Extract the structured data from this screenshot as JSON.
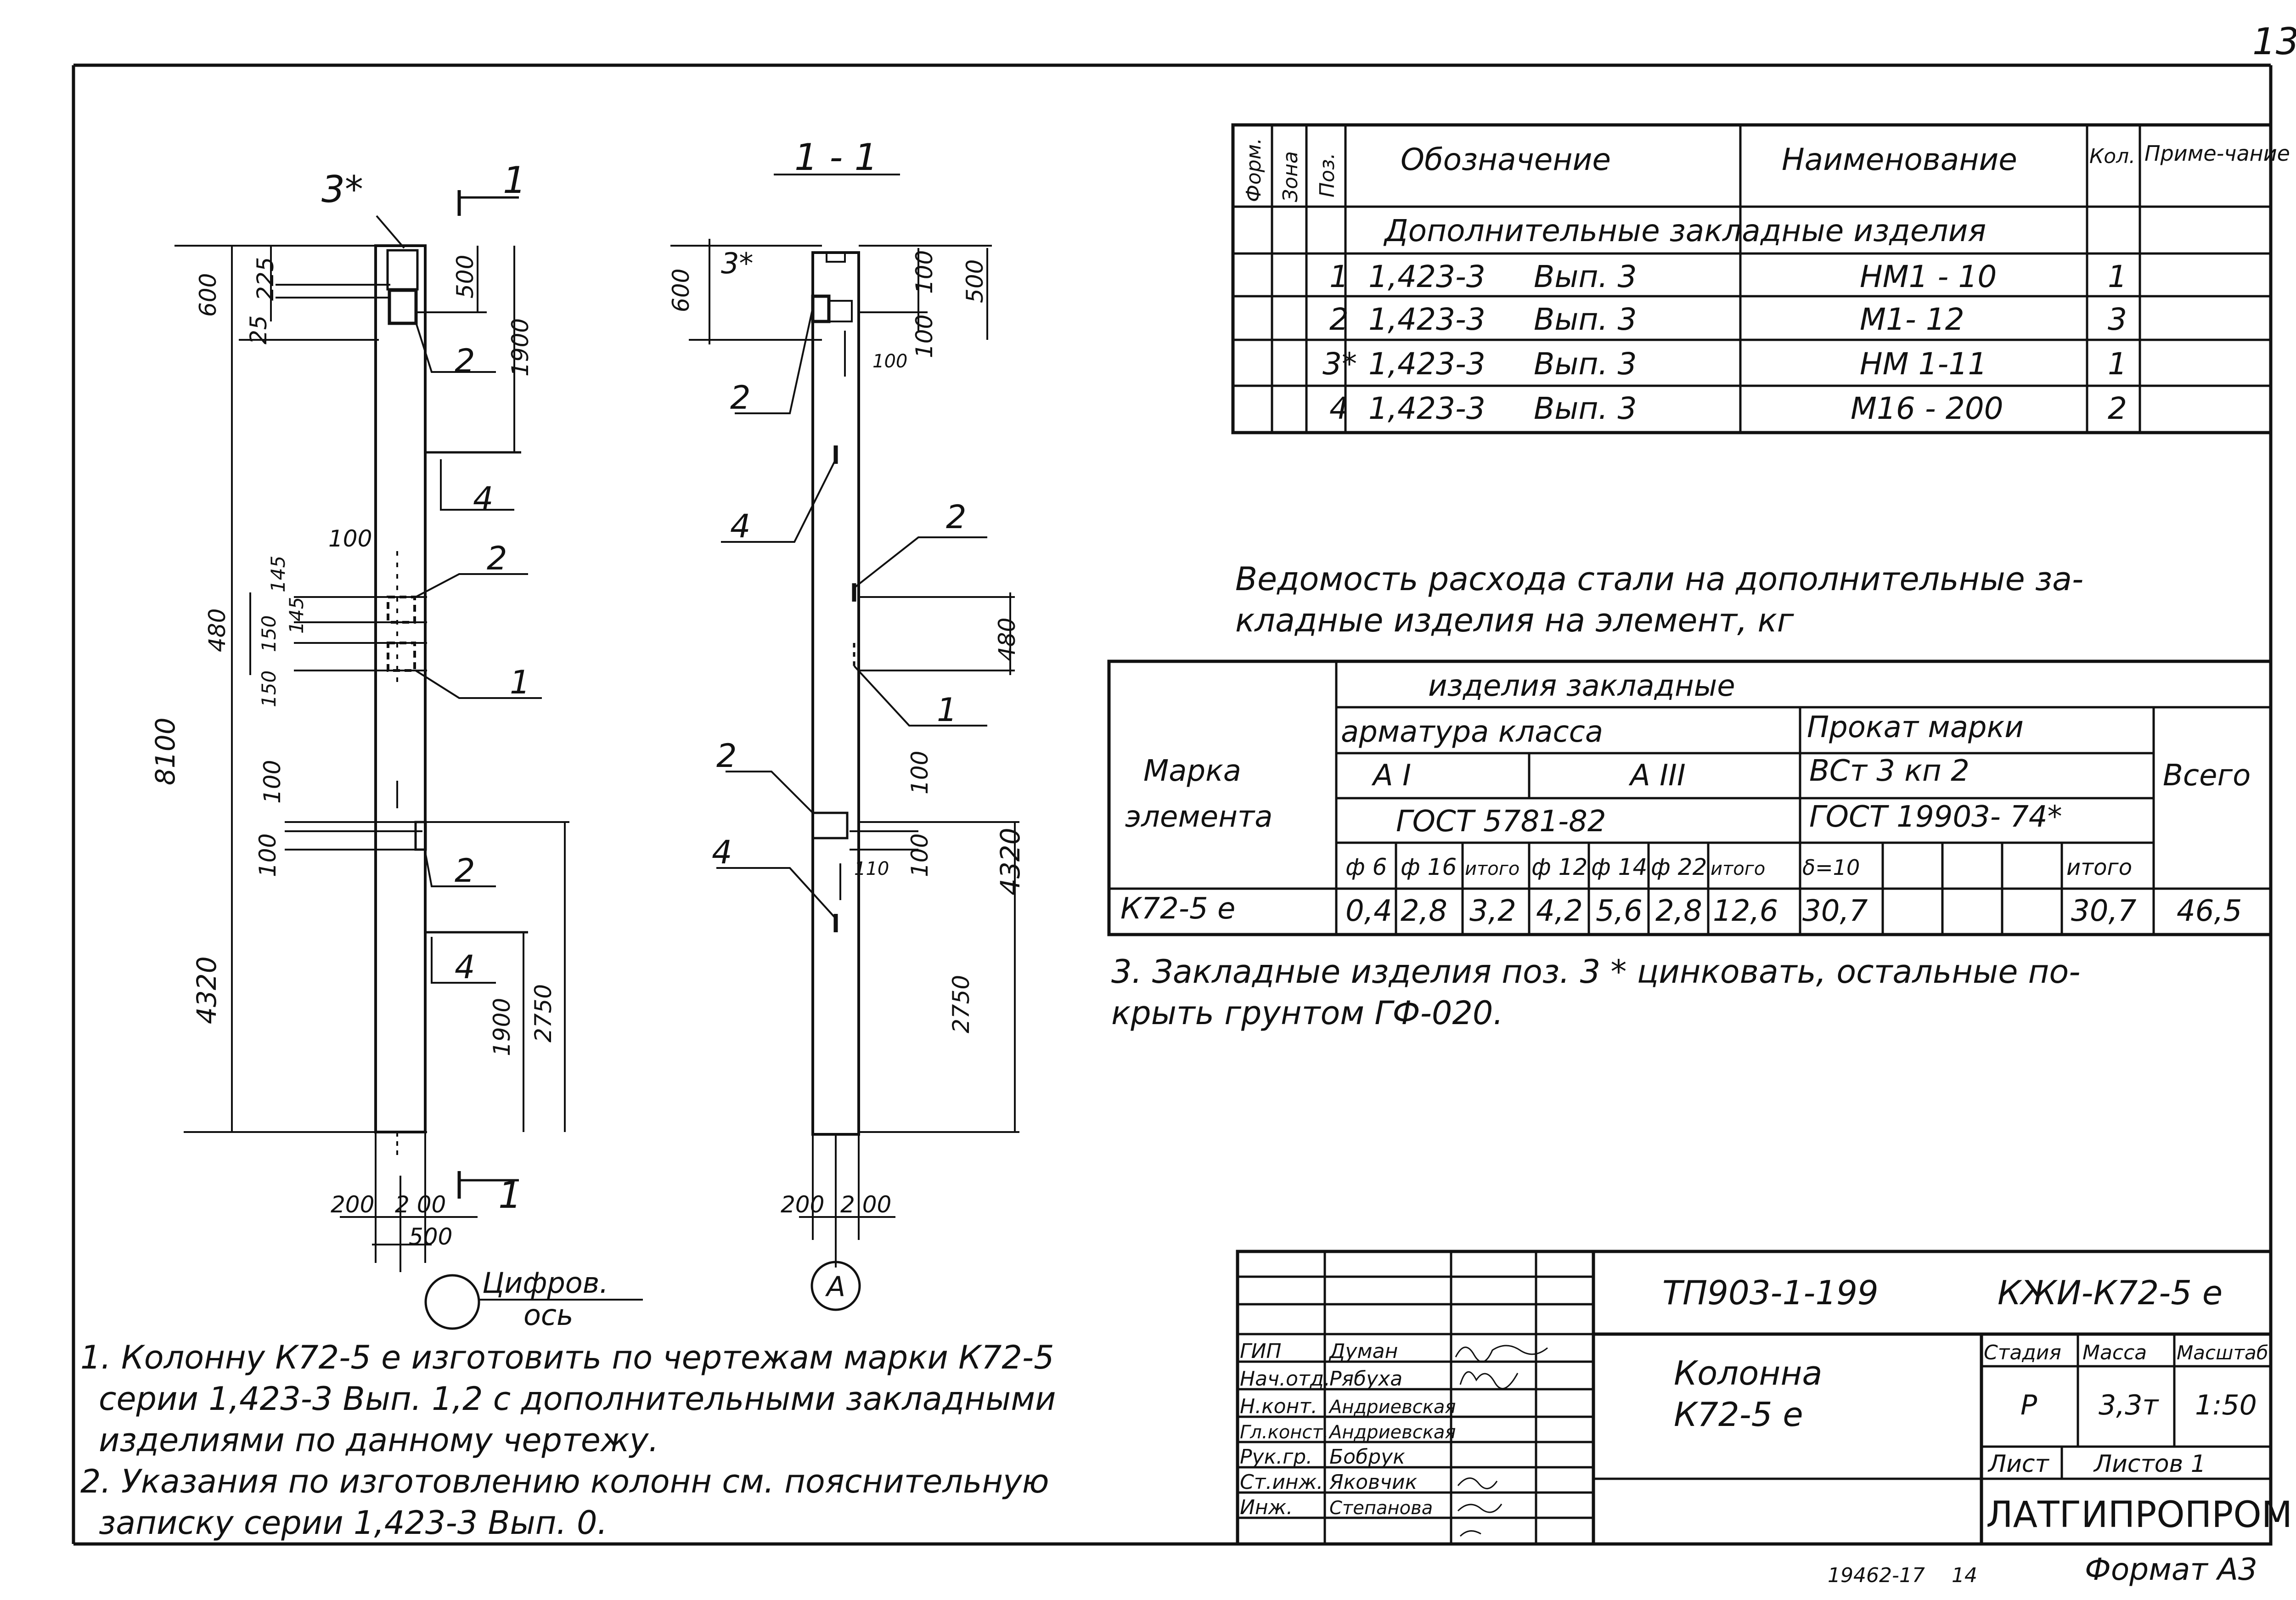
{
  "page_number": "13",
  "drawing": {
    "elevation_labels": {
      "d600": "600",
      "d225": "225",
      "d25": "25",
      "d500": "500",
      "d1900a": "1900",
      "d100a": "100",
      "d145a": "145",
      "d480": "480",
      "d150a": "150",
      "d145b": "145",
      "d150b": "150",
      "d8100": "8100",
      "d100b": "100",
      "d100c": "100",
      "d4320": "4320",
      "d2750": "2750",
      "d1900b": "1900",
      "b200": "200",
      "b200b": "2 00",
      "b500": "500",
      "pos3": "3*",
      "pos2a": "2",
      "pos4a": "4",
      "pos2b": "2",
      "pos1": "1",
      "pos2c": "2",
      "pos4b": "4",
      "cut_mark_top": "1",
      "cut_mark_bottom": "1",
      "axis_label": "Цифров.",
      "axis_label2": "ось"
    },
    "section": {
      "title": "1 - 1",
      "d600": "600",
      "d100": "100",
      "d500": "500",
      "d100b": "100",
      "d100c": "100",
      "d480": "480",
      "d100d": "100",
      "d100e": "100",
      "d110": "110",
      "d4320": "4320",
      "d2750": "2750",
      "b200": "200",
      "b200b": "2 00",
      "pos3": "3*",
      "pos2a": "2",
      "pos4a": "4",
      "pos2b": "2",
      "pos1": "1",
      "pos2c": "2",
      "pos4b": "4",
      "axis": "А"
    }
  },
  "spec_table": {
    "headers": [
      "Форм.",
      "Зона",
      "Поз.",
      "Обозначение",
      "Наименование",
      "Кол.",
      "Приме-чание"
    ],
    "section_title": "Дополнительные закладные изделия",
    "rows": [
      {
        "pos": "1",
        "code": "1,423-3",
        "issue": "Вып. 3",
        "name": "НМ1 - 10",
        "qty": "1"
      },
      {
        "pos": "2",
        "code": "1,423-3",
        "issue": "Вып. 3",
        "name": "М1- 12",
        "qty": "3"
      },
      {
        "pos": "3*",
        "code": "1,423-3",
        "issue": "Вып. 3",
        "name": "НМ 1-11",
        "qty": "1"
      },
      {
        "pos": "4",
        "code": "1,423-3",
        "issue": "Вып. 3",
        "name": "М16 - 200",
        "qty": "2"
      }
    ]
  },
  "steel_title_line1": "Ведомость расхода стали на дополнительные за-",
  "steel_title_line2": "кладные изделия на элемент, кг",
  "steel_table": {
    "col_element": "Марка элемента",
    "col_element_l1": "Марка",
    "col_element_l2": "элемента",
    "group": "изделия закладные",
    "armature": "арматура класса",
    "rolled": "Прокат марки",
    "a1": "А I",
    "a3": "А III",
    "vst": "ВСт 3 кп 2",
    "gost1": "ГОСТ 5781-82",
    "gost2": "ГОСТ 19903- 74*",
    "total": "Всего",
    "sub": [
      "ф 6",
      "ф 16",
      "итого",
      "ф 12",
      "ф 14",
      "ф 22",
      "итого",
      "δ=10",
      "",
      "",
      "",
      "итого"
    ],
    "row": {
      "mark": "К72-5 е",
      "vals": [
        "0,4",
        "2,8",
        "3,2",
        "4,2",
        "5,6",
        "2,8",
        "12,6",
        "30,7",
        "",
        "",
        "",
        "30,7"
      ],
      "total": "46,5"
    }
  },
  "note3_line1": "3. Закладные изделия поз. 3 * цинковать, остальные по-",
  "note3_line2": "крыть грунтом ГФ-020.",
  "notes": [
    "1. Колонну К72-5 е изготовить по чертежам марки К72-5",
    "серии 1,423-3 Вып. 1,2 с дополнительными закладными",
    "изделиями по данному чертежу.",
    "2. Указания по изготовлению колонн см. пояснительную",
    "записку серии 1,423-3 Вып. 0."
  ],
  "title_block": {
    "project": "ТП903-1-199",
    "code": "КЖИ-К72-5 е",
    "name1": "Колонна",
    "name2": "К72-5 е",
    "stage_h": "Стадия",
    "mass_h": "Масса",
    "scale_h": "Масштаб",
    "stage": "Р",
    "mass": "3,3т",
    "scale": "1:50",
    "sheet_h": "Лист",
    "sheets_h": "Листов 1",
    "org": "ЛАТГИПРОПРОМ",
    "roles": [
      "ГИП",
      "Нач.отд.",
      "Н.конт.",
      "Гл.конст.",
      "Рук.гр.",
      "Ст.инж.",
      "Инж."
    ],
    "names": [
      "Думан",
      "Рябуха",
      "Андриевская",
      "Андриевская",
      "Бобрук",
      "Яковчик",
      "Степанова"
    ]
  },
  "footer_num": "19462-17",
  "footer_sheet": "14",
  "format": "Формат А3"
}
